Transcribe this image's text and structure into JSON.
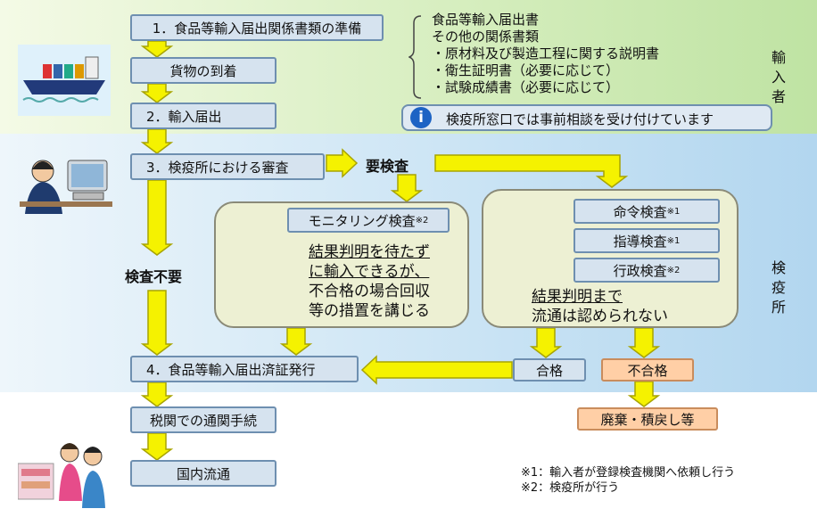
{
  "side_labels": {
    "importer": [
      "輸",
      "入",
      "者"
    ],
    "quarantine": [
      "検",
      "疫",
      "所"
    ]
  },
  "steps": {
    "step1": "1．食品等輸入届出関係書類の準備",
    "arrival": "貨物の到着",
    "step2": "2．輸入届出",
    "step3": "3．検疫所における審査",
    "step4": "4．食品等輸入届出済証発行",
    "customs": "税関での通関手続",
    "distribution": "国内流通"
  },
  "documents": {
    "line1": "食品等輸入届出書",
    "line2": "その他の関係書類",
    "items": [
      "・原材料及び製造工程に関する説明書",
      "・衛生証明書（必要に応じて）",
      "・試験成績書（必要に応じて）"
    ]
  },
  "consultation": {
    "icon": "info-icon",
    "text": "検疫所窓口では事前相談を受け付けています"
  },
  "inspection_required": "要検査",
  "no_inspection": "検査不要",
  "monitoring": {
    "title": "モニタリング検査",
    "note_mark": "※2",
    "desc": [
      "結果判明を待たず",
      "に輸入できるが、",
      "不合格の場合回収",
      "等の措置を講じる"
    ]
  },
  "inspections": {
    "items": [
      {
        "label": "命令検査",
        "mark": "※1"
      },
      {
        "label": "指導検査",
        "mark": "※1"
      },
      {
        "label": "行政検査",
        "mark": "※2"
      }
    ],
    "desc": [
      "結果判明まで",
      "流通は認められない"
    ]
  },
  "results": {
    "pass": "合格",
    "fail": "不合格",
    "disposal": "廃棄・積戻し等"
  },
  "footnotes": [
    "※1：輸入者が登録検査機関へ依頼し行う",
    "※2：検疫所が行う"
  ],
  "colors": {
    "arrow": "#f5f200",
    "arrow_stroke": "#a8a400",
    "step_box": "#d6e3ef",
    "fail_box": "#ffcfa6",
    "importer_band": "#d4edbc",
    "quarantine_band": "#c9e3f4"
  }
}
